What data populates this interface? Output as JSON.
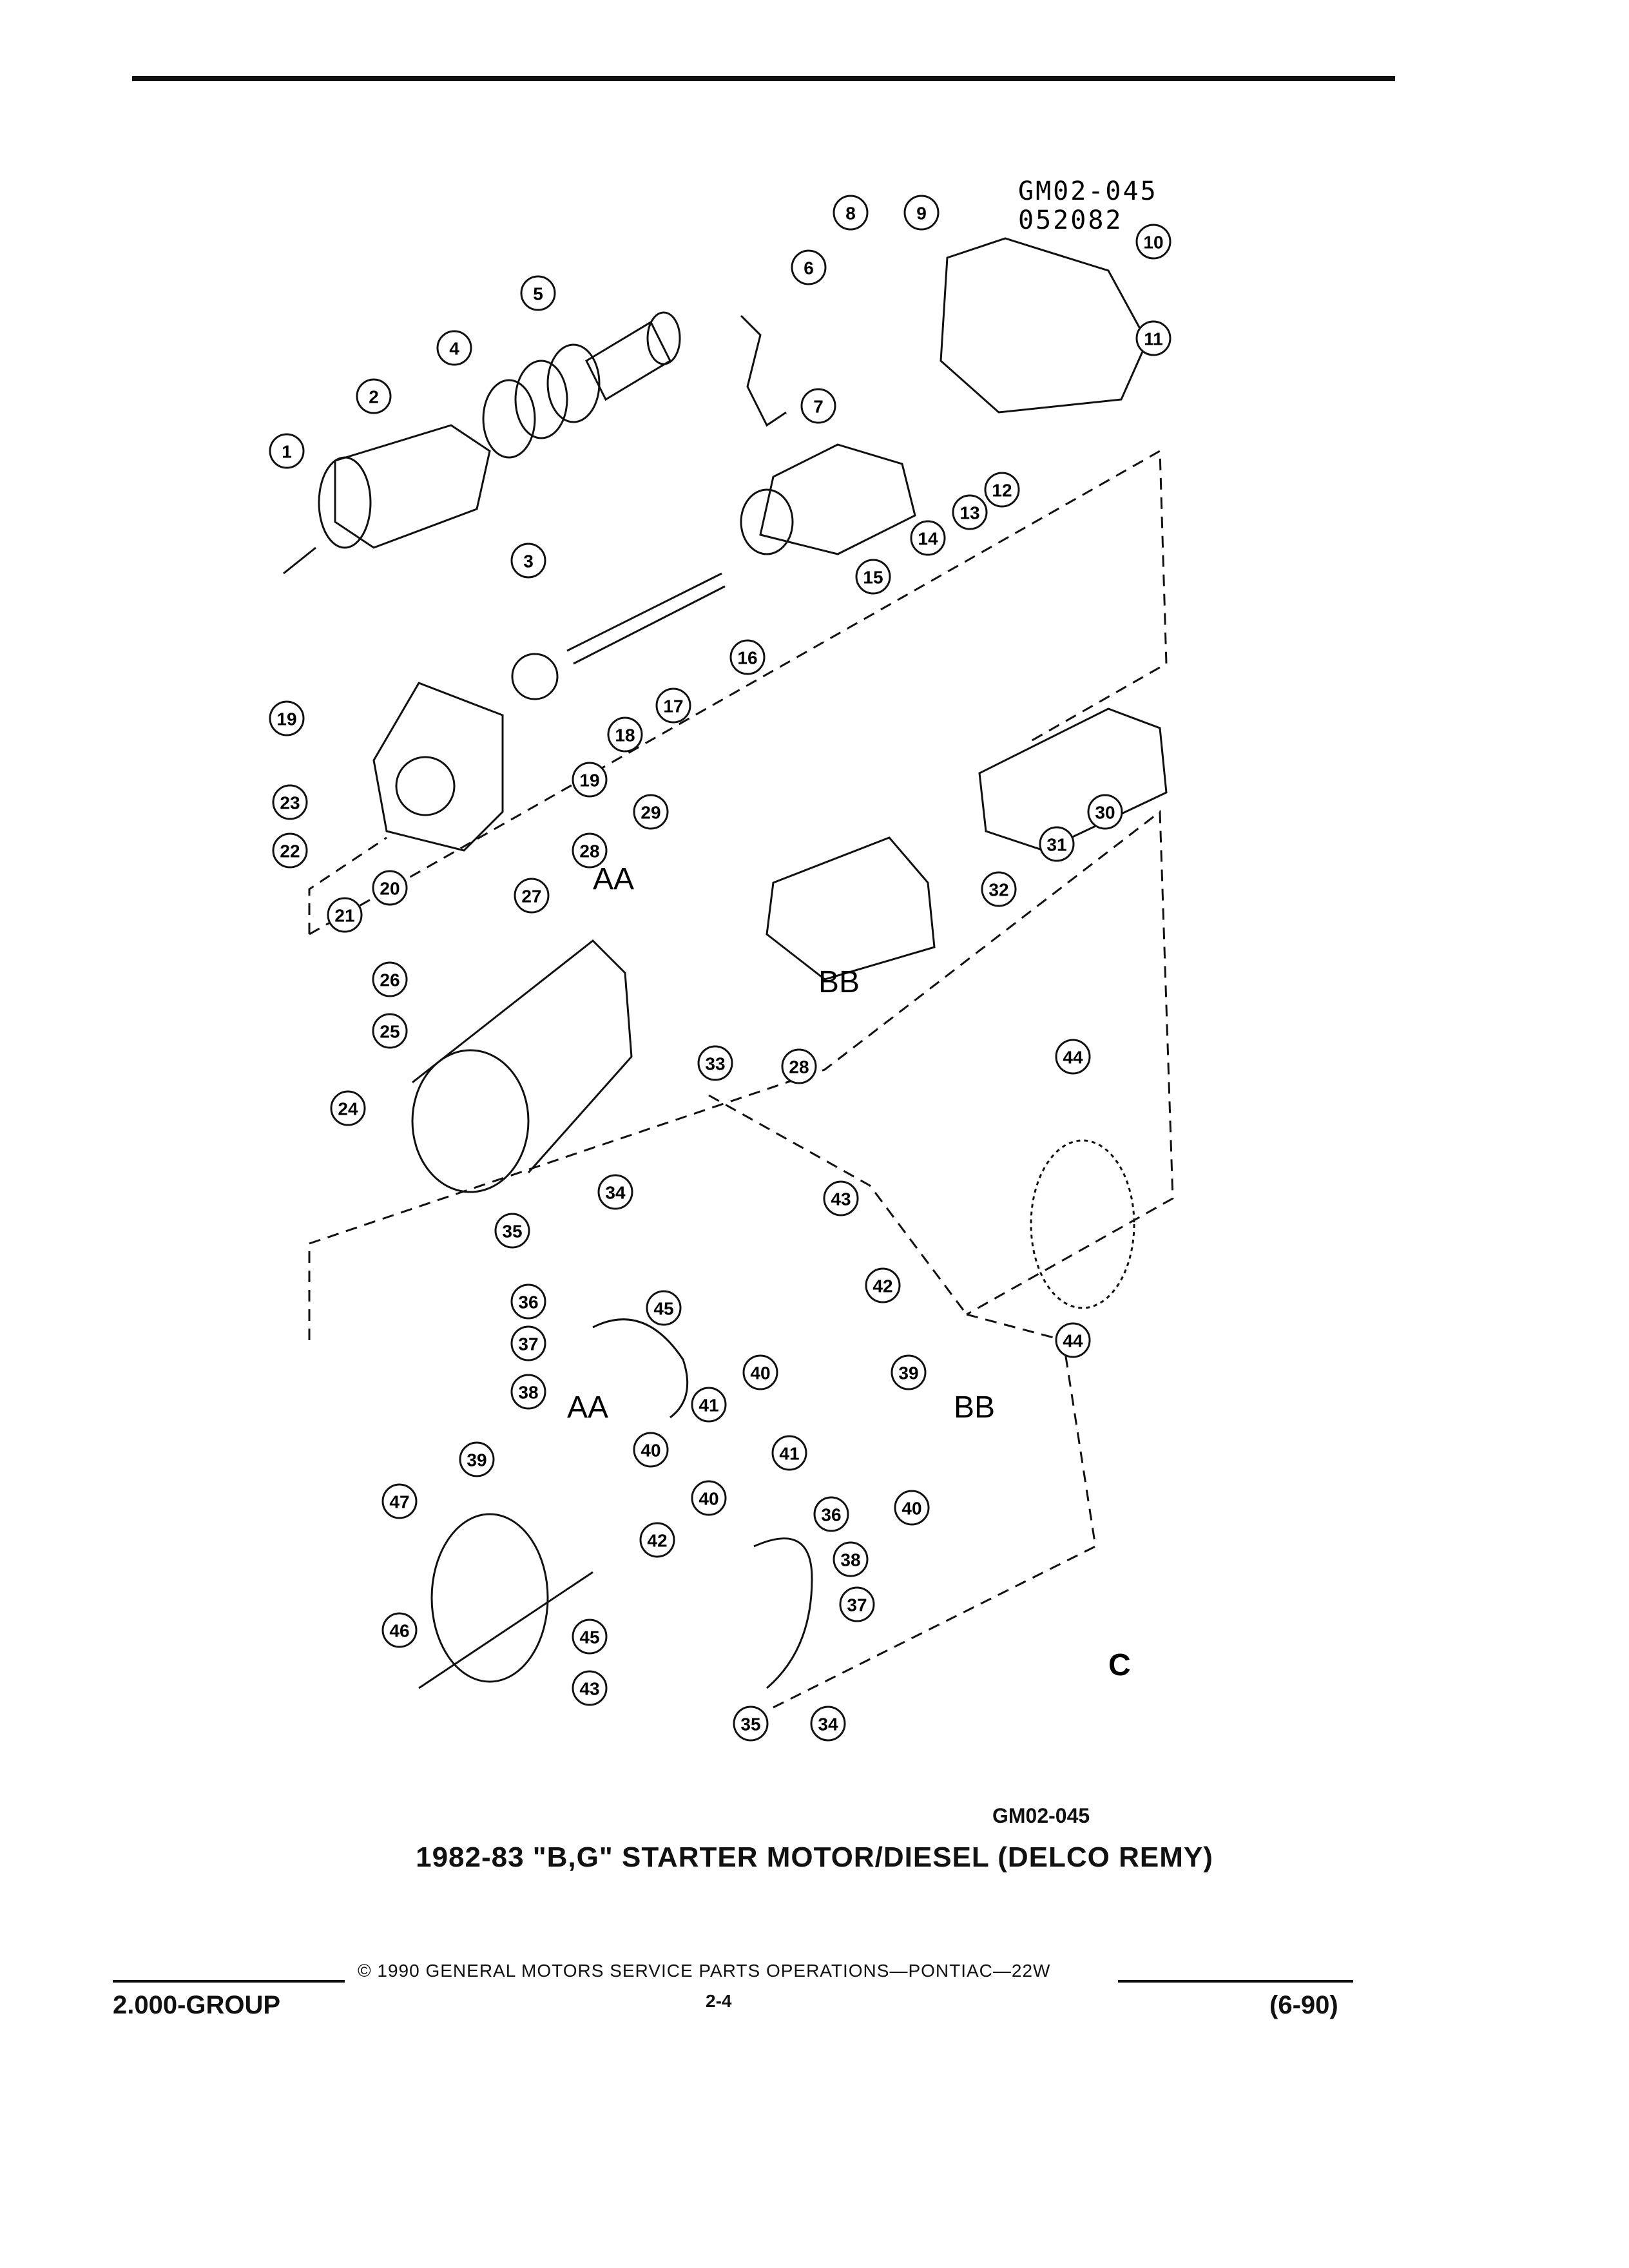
{
  "figure": {
    "code_line1": "GM02-045",
    "code_line2": "052082",
    "mark": "C",
    "subassembly_labels": [
      "AA",
      "BB",
      "AA",
      "BB"
    ],
    "callouts": [
      {
        "id": "1"
      },
      {
        "id": "2"
      },
      {
        "id": "3"
      },
      {
        "id": "4"
      },
      {
        "id": "5"
      },
      {
        "id": "6"
      },
      {
        "id": "7"
      },
      {
        "id": "8"
      },
      {
        "id": "9"
      },
      {
        "id": "10"
      },
      {
        "id": "11"
      },
      {
        "id": "12"
      },
      {
        "id": "13"
      },
      {
        "id": "14"
      },
      {
        "id": "15"
      },
      {
        "id": "16"
      },
      {
        "id": "17"
      },
      {
        "id": "18"
      },
      {
        "id": "19"
      },
      {
        "id": "19"
      },
      {
        "id": "20"
      },
      {
        "id": "21"
      },
      {
        "id": "22"
      },
      {
        "id": "23"
      },
      {
        "id": "24"
      },
      {
        "id": "25"
      },
      {
        "id": "26"
      },
      {
        "id": "27"
      },
      {
        "id": "28"
      },
      {
        "id": "28"
      },
      {
        "id": "29"
      },
      {
        "id": "30"
      },
      {
        "id": "31"
      },
      {
        "id": "32"
      },
      {
        "id": "33"
      },
      {
        "id": "34"
      },
      {
        "id": "35"
      },
      {
        "id": "36"
      },
      {
        "id": "37"
      },
      {
        "id": "38"
      },
      {
        "id": "39"
      },
      {
        "id": "40"
      },
      {
        "id": "41"
      },
      {
        "id": "40"
      },
      {
        "id": "39"
      },
      {
        "id": "40"
      },
      {
        "id": "42"
      },
      {
        "id": "43"
      },
      {
        "id": "44"
      },
      {
        "id": "44"
      },
      {
        "id": "45"
      },
      {
        "id": "40"
      },
      {
        "id": "41"
      },
      {
        "id": "36"
      },
      {
        "id": "38"
      },
      {
        "id": "37"
      },
      {
        "id": "42"
      },
      {
        "id": "45"
      },
      {
        "id": "43"
      },
      {
        "id": "35"
      },
      {
        "id": "34"
      },
      {
        "id": "46"
      },
      {
        "id": "47"
      }
    ]
  },
  "figure_code": "GM02-045",
  "caption": "1982-83 \"B,G\" STARTER MOTOR/DIESEL (DELCO REMY)",
  "footer": {
    "copyright": "© 1990 GENERAL MOTORS SERVICE PARTS OPERATIONS—PONTIAC—22W",
    "group": "2.000-GROUP",
    "page": "2-4",
    "revision": "(6-90)"
  }
}
